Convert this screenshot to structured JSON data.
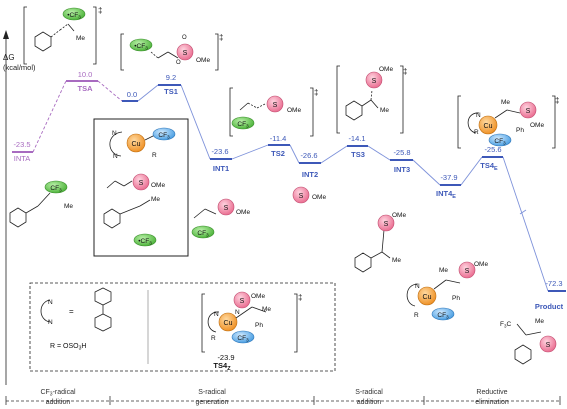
{
  "axis": {
    "symbol": "ΔG",
    "unit": "(kcal/mol)"
  },
  "colors": {
    "violet": "#a86bc0",
    "blue": "#3d58b8",
    "blue_dash": "#7e92da",
    "cu_orange": "#f0a23c",
    "cf3_green": "#6cc65a",
    "so_pink": "#ee84a0",
    "l_blue": "#56a8e6"
  },
  "levels": [
    {
      "id": "INTA",
      "value": "-23.5",
      "label": "INTA",
      "color": "violet"
    },
    {
      "id": "TSA",
      "value": "10.0",
      "label": "TSA",
      "color": "violet"
    },
    {
      "id": "P0",
      "value": "0.0",
      "label": "",
      "color": "blue"
    },
    {
      "id": "TS1",
      "value": "9.2",
      "label": "TS1",
      "color": "blue"
    },
    {
      "id": "INT1",
      "value": "-23.6",
      "label": "INT1",
      "color": "blue"
    },
    {
      "id": "TS2",
      "value": "-11.4",
      "label": "TS2",
      "color": "blue"
    },
    {
      "id": "INT2",
      "value": "-26.6",
      "label": "INT2",
      "color": "blue"
    },
    {
      "id": "TS3",
      "value": "-14.1",
      "label": "TS3",
      "color": "blue"
    },
    {
      "id": "INT3",
      "value": "-25.8",
      "label": "INT3",
      "color": "blue"
    },
    {
      "id": "INT4E",
      "value": "-37.9",
      "label": "INT4",
      "sub": "E",
      "color": "blue"
    },
    {
      "id": "TS4E",
      "value": "-25.6",
      "label": "TS4",
      "sub": "E",
      "color": "blue"
    },
    {
      "id": "Product",
      "value": "-72.3",
      "label": "Product",
      "color": "blue"
    }
  ],
  "ts4z": {
    "value": "-23.9",
    "label": "TS4",
    "sub": "Z"
  },
  "chem": {
    "cf3": "CF",
    "cf3_sub": "3",
    "cf3_radical": "•CF",
    "me": "Me",
    "ome": "OMe",
    "s": "S",
    "o": "O",
    "n": "N",
    "cu": "Cu",
    "r": "R",
    "ph": "Ph",
    "dagger": "‡",
    "f3c": "F",
    "f3c_c": "C"
  },
  "legend": {
    "equals": "=",
    "r_def": "R  =  OSO",
    "r_sub": "3",
    "r_tail": "H"
  },
  "stages": [
    {
      "line1": "CF",
      "sub": "3",
      "line1b": "-radical",
      "line2": "addition"
    },
    {
      "line1": "S-radical",
      "line2": "generation"
    },
    {
      "line1": "S-radical",
      "line2": "addition"
    },
    {
      "line1": "Reductive",
      "line2": "elimination"
    }
  ]
}
